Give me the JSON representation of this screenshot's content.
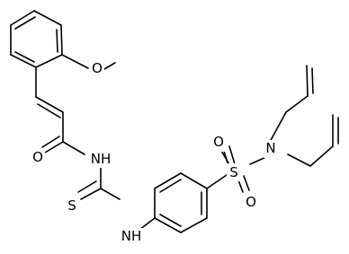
{
  "molecule": {
    "atoms": {
      "o_methoxy": "O",
      "o_carbonyl": "O",
      "nh_amide": "NH",
      "s_thio": "S",
      "nh_aryl": "NH",
      "s_sulfonyl": "S",
      "o_sulfonyl_top": "O",
      "o_sulfonyl_bottom": "O",
      "n_sulfonamide": "N"
    }
  },
  "colors": {
    "bond": "#000000",
    "background": "#ffffff"
  }
}
